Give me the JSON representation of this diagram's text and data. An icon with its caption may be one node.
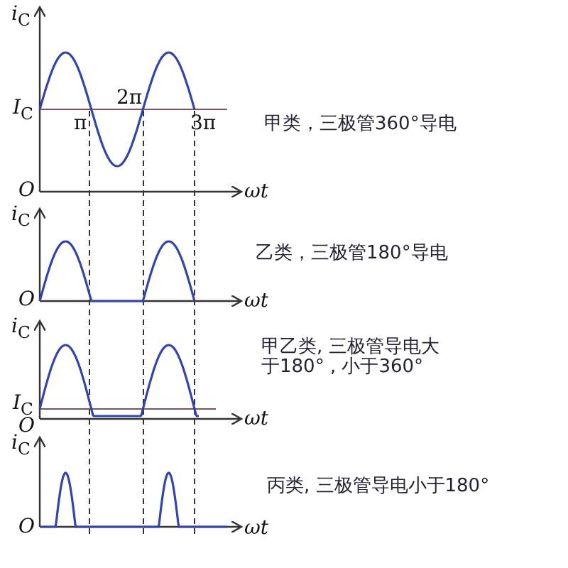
{
  "diagram": {
    "labels": [
      "*i*$_{C}$",
      "*I*$_{C}$",
      "π",
      "2π",
      "3π",
      "O",
      "ωt",
      "甲类，三极管360°导电",
      "*i*$_{C}$",
      "O",
      "ωt",
      "乙类，三极管180°导电",
      "*i*$_{C}$",
      "*I*$_{C}$",
      "O",
      "ωt",
      "甲乙类, 三极管导电大于180° , 小于360°",
      "*i*$_{C}$",
      "O",
      "ωt",
      "丙类, 三极管导电小于180°"
    ]
  }
}
